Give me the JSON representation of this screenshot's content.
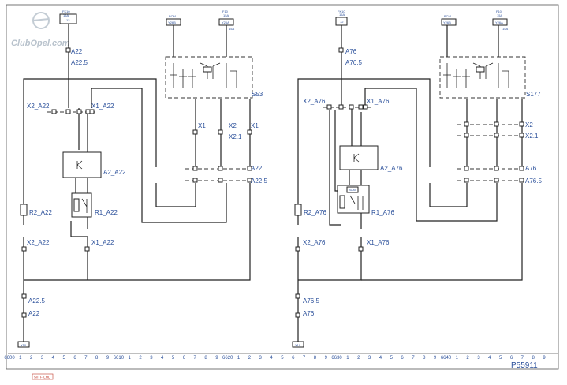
{
  "watermark": "ClubOpel.com",
  "drawing_code": "P55911",
  "footer_ref": "S/I_F-LHD",
  "ruler": {
    "labels": [
      {
        "text": "6600"
      },
      {
        "text": "1"
      },
      {
        "text": "2"
      },
      {
        "text": "3"
      },
      {
        "text": "4"
      },
      {
        "text": "5"
      },
      {
        "text": "6"
      },
      {
        "text": "7"
      },
      {
        "text": "8"
      },
      {
        "text": "9"
      },
      {
        "text": "6610"
      },
      {
        "text": "1"
      },
      {
        "text": "2"
      },
      {
        "text": "3"
      },
      {
        "text": "4"
      },
      {
        "text": "5"
      },
      {
        "text": "6"
      },
      {
        "text": "7"
      },
      {
        "text": "8"
      },
      {
        "text": "9"
      },
      {
        "text": "6620"
      },
      {
        "text": "1"
      },
      {
        "text": "2"
      },
      {
        "text": "3"
      },
      {
        "text": "4"
      },
      {
        "text": "5"
      },
      {
        "text": "6"
      },
      {
        "text": "7"
      },
      {
        "text": "8"
      },
      {
        "text": "9"
      },
      {
        "text": "6630"
      },
      {
        "text": "1"
      },
      {
        "text": "2"
      },
      {
        "text": "3"
      },
      {
        "text": "4"
      },
      {
        "text": "5"
      },
      {
        "text": "6"
      },
      {
        "text": "7"
      },
      {
        "text": "8"
      },
      {
        "text": "9"
      },
      {
        "text": "6640"
      },
      {
        "text": "1"
      },
      {
        "text": "2"
      },
      {
        "text": "3"
      },
      {
        "text": "4"
      },
      {
        "text": "5"
      },
      {
        "text": "6"
      },
      {
        "text": "7"
      },
      {
        "text": "8"
      },
      {
        "text": "9"
      }
    ]
  },
  "left": {
    "fuse_top": {
      "l1": "FK10",
      "l2": "15A",
      "l3": "12"
    },
    "fuse_bcm": {
      "l1": "BCM",
      "l2": "Y26B"
    },
    "fuse_right": {
      "l1": "F10",
      "l2": "15A",
      "l3": "Y26A",
      "l4": "15A"
    },
    "labels": {
      "a22": "A22",
      "a22_5": "A22.5",
      "x2_top": "X2_A22",
      "x1_top": "X1_A22",
      "a2": "A2_A22",
      "r1": "R1_A22",
      "r2": "R2_A22",
      "x2_mid": "X2_A22",
      "x1_mid": "X1_A22",
      "a22_5_low": "A22.5",
      "a22_low": "A22",
      "x1": "X1",
      "x2": "X2",
      "x1b": "X1",
      "x2_1": "X2.1",
      "module": "S53",
      "a22_r": "A22",
      "a22_5_r": "A22.5"
    },
    "ground": "X10"
  },
  "right": {
    "fuse_top": {
      "l1": "FK10",
      "l2": "15A",
      "l3": "12"
    },
    "fuse_bcm": {
      "l1": "BCM",
      "l2": "Y26B"
    },
    "fuse_right": {
      "l1": "F10",
      "l2": "15A",
      "l3": "Y26A",
      "l4": "15A"
    },
    "labels": {
      "a76": "A76",
      "a76_5": "A76.5",
      "x2_top": "X2_A76",
      "x1_top": "X1_A76",
      "a2": "A2_A76",
      "r1": "R1_A76",
      "r2": "R2_A76",
      "x2_mid": "X2_A76",
      "x1_mid": "X1_A76",
      "a76_5_low": "A76.5",
      "a76_low": "A76",
      "x2": "X2",
      "x2_1": "X2.1",
      "module": "S177",
      "a76_r": "A76",
      "a76_5_r": "A76.5"
    },
    "ground": "X10"
  }
}
